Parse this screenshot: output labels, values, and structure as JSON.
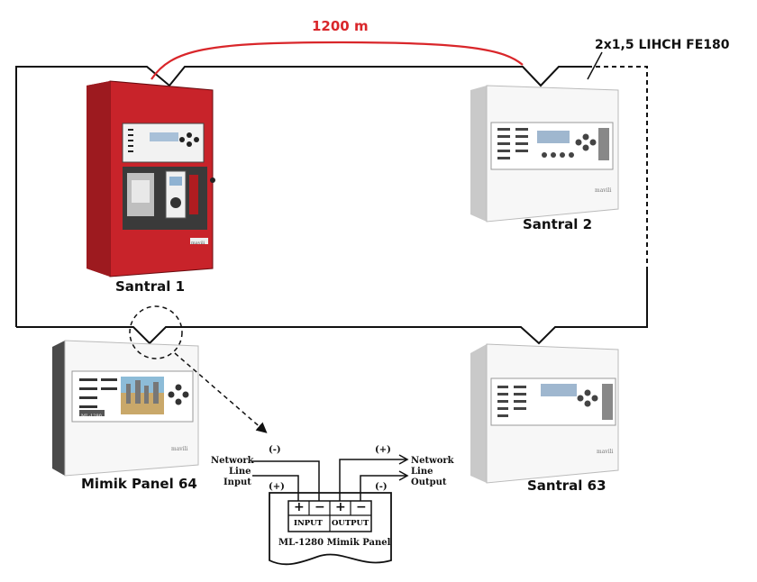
{
  "distance": {
    "text": "1200 m",
    "color": "#d9262a"
  },
  "cable": {
    "text": "2x1,5 LIHCH FE180"
  },
  "panels": {
    "santral1": {
      "label": "Santral 1",
      "brand": "mavili"
    },
    "santral2": {
      "label": "Santral 2",
      "brand": "mavili"
    },
    "santral63": {
      "label": "Santral 63",
      "brand": "mavili"
    },
    "mimik64": {
      "label": "Mimik Panel 64",
      "brand": "mavili",
      "model": "ML-1280"
    }
  },
  "module": {
    "title": "ML-1280 Mimik Panel",
    "input_label": "INPUT",
    "output_label": "OUTPUT",
    "plus": "+",
    "minus": "−",
    "input_pos": "(+)",
    "input_neg": "(-)",
    "output_pos": "(+)",
    "output_neg": "(-)",
    "network_input": [
      "Network",
      "Line",
      "Input"
    ],
    "network_output": [
      "Network",
      "Line",
      "Output"
    ]
  },
  "colors": {
    "red_cabinet": "#c8232a",
    "loop": "#111111"
  }
}
